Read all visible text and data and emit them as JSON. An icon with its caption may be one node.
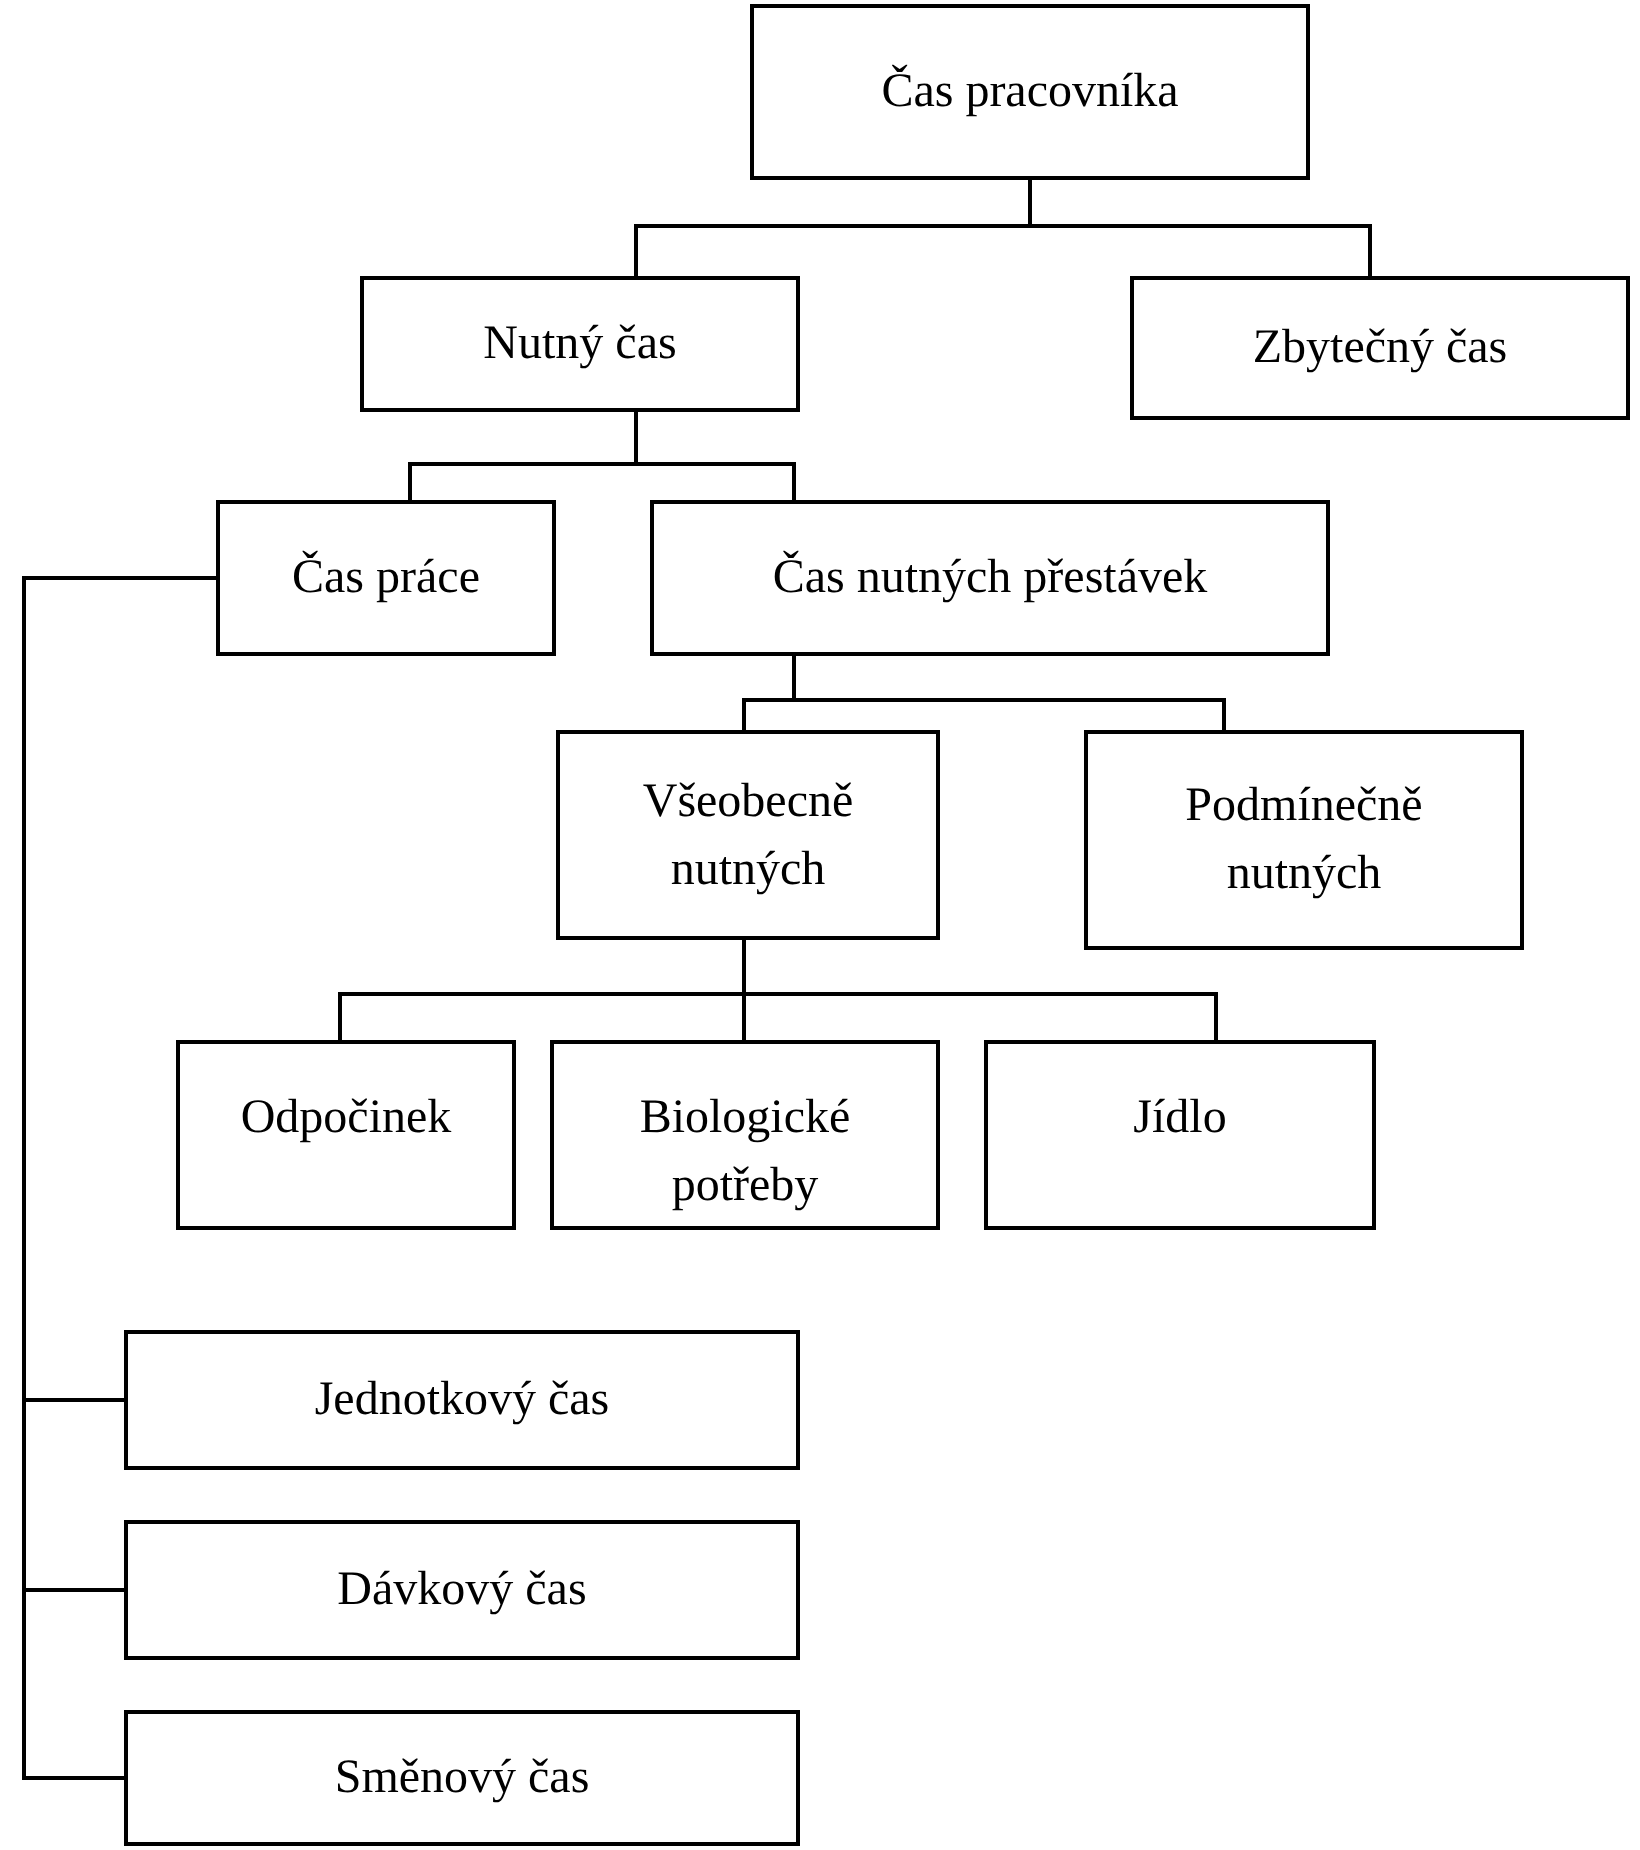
{
  "diagram": {
    "nodes": [
      {
        "text": [
          "Čas pracovníka"
        ]
      },
      {
        "text": [
          "Nutný čas"
        ]
      },
      {
        "text": [
          "Zbytečný čas"
        ]
      },
      {
        "text": [
          "Čas práce"
        ]
      },
      {
        "text": [
          "Čas nutných přestávek"
        ]
      },
      {
        "text": [
          "Všeobecně nutných"
        ]
      },
      {
        "text": [
          "Podmínečně nutných"
        ]
      },
      {
        "text": [
          "Odpočinek"
        ]
      },
      {
        "text": [
          "Biologické potřeby"
        ]
      },
      {
        "text": [
          "Jídlo"
        ]
      },
      {
        "text": [
          "Jednotkový čas"
        ]
      },
      {
        "text": [
          "Dávkový čas"
        ]
      },
      {
        "text": [
          "Směnový čas"
        ]
      }
    ],
    "edges": [
      {
        "from": 0,
        "to": 1,
        "arrow": "none"
      },
      {
        "from": 0,
        "to": 2,
        "arrow": "none"
      },
      {
        "from": 1,
        "to": 3,
        "arrow": "none"
      },
      {
        "from": 1,
        "to": 4,
        "arrow": "none"
      },
      {
        "from": 4,
        "to": 5,
        "arrow": "none"
      },
      {
        "from": 4,
        "to": 6,
        "arrow": "none"
      },
      {
        "from": 5,
        "to": 7,
        "arrow": "none"
      },
      {
        "from": 5,
        "to": 8,
        "arrow": "none"
      },
      {
        "from": 5,
        "to": 9,
        "arrow": "none"
      },
      {
        "from": 3,
        "to": 10,
        "arrow": "none"
      },
      {
        "from": 3,
        "to": 11,
        "arrow": "none"
      },
      {
        "from": 3,
        "to": 12,
        "arrow": "none"
      }
    ]
  }
}
